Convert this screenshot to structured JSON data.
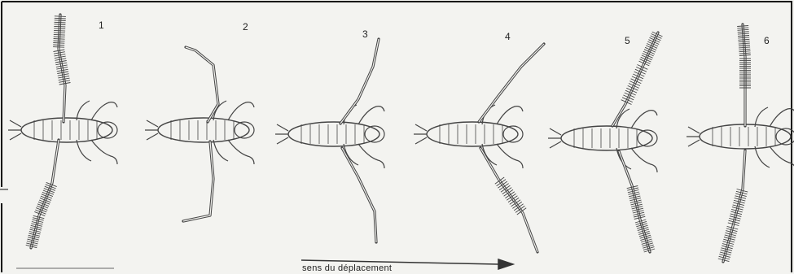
{
  "frames": [
    {
      "label": "1",
      "leg": "power-stroke-front"
    },
    {
      "label": "2",
      "leg": "recovery-raised"
    },
    {
      "label": "3",
      "leg": "recovery-swept-back"
    },
    {
      "label": "4",
      "leg": "recovery-swept-back-extended"
    },
    {
      "label": "5",
      "leg": "power-stroke-back"
    },
    {
      "label": "6",
      "leg": "power-stroke-vertical"
    }
  ],
  "caption": "sens du déplacement",
  "colors": {
    "ink": "#444444",
    "paper": "#f3f3f0",
    "border": "#111111"
  }
}
